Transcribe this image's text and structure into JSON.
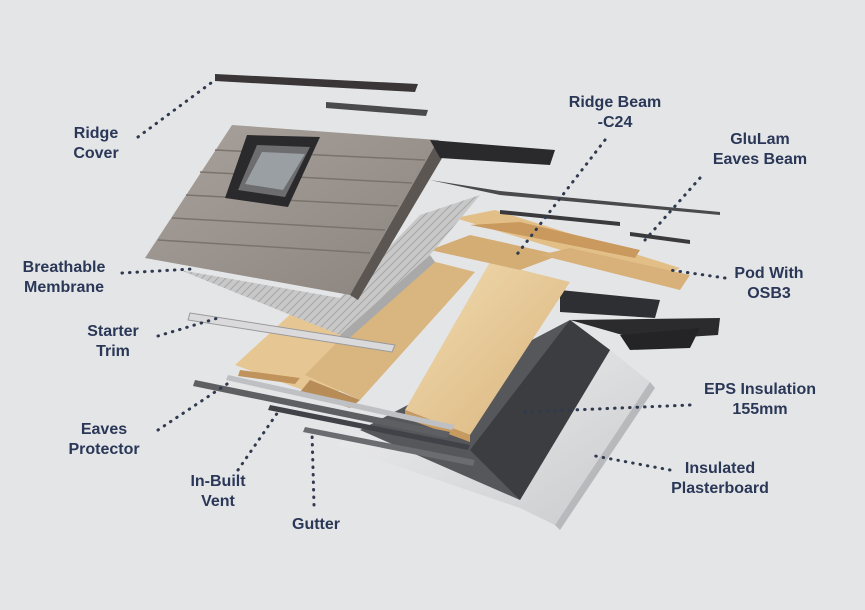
{
  "colors": {
    "background": "#e4e5e7",
    "label_text": "#2a3757",
    "leader_dots": "#2f3a4f",
    "timber_light": "#e8cf9f",
    "timber_dark": "#c9a06a",
    "slate": "#9c9590",
    "dark_trim": "#2b2b2d"
  },
  "labels": {
    "ridge_cover": [
      "Ridge",
      "Cover"
    ],
    "ridge_beam": [
      "Ridge Beam",
      "-C24"
    ],
    "glulam": [
      "GluLam",
      "Eaves Beam"
    ],
    "membrane": [
      "Breathable",
      "Membrane"
    ],
    "pod": [
      "Pod With",
      "OSB3"
    ],
    "starter": [
      "Starter",
      "Trim"
    ],
    "eps": [
      "EPS Insulation",
      "155mm"
    ],
    "eaves_protector": [
      "Eaves",
      "Protector"
    ],
    "plasterboard": [
      "Insulated",
      "Plasterboard"
    ],
    "vent": [
      "In-Built",
      "Vent"
    ],
    "gutter": [
      "Gutter"
    ]
  }
}
